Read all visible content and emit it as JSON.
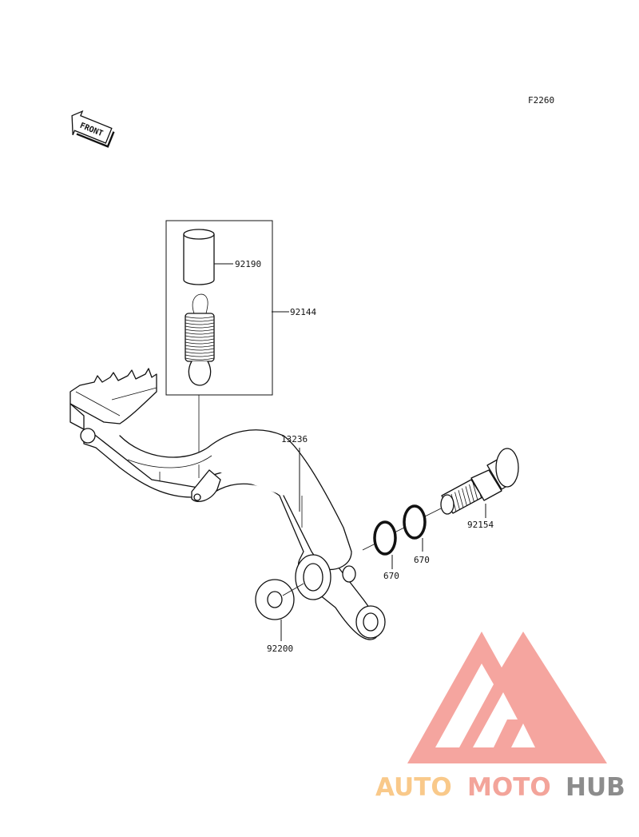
{
  "figure_code": "F2260",
  "front_indicator": "FRONT",
  "parts": [
    {
      "number": "92190"
    },
    {
      "number": "92144"
    },
    {
      "number": "13236"
    },
    {
      "number": "92154"
    },
    {
      "number": "670"
    },
    {
      "number": "670"
    },
    {
      "number": "92200"
    }
  ],
  "watermark": {
    "part1": "AUTO",
    "part2": "MOTO",
    "part3": "HUB",
    "colors": {
      "auto": "#f9c98a",
      "moto": "#f3a49a",
      "hub": "#8c8c8c",
      "logo": "#f4a09a"
    }
  }
}
